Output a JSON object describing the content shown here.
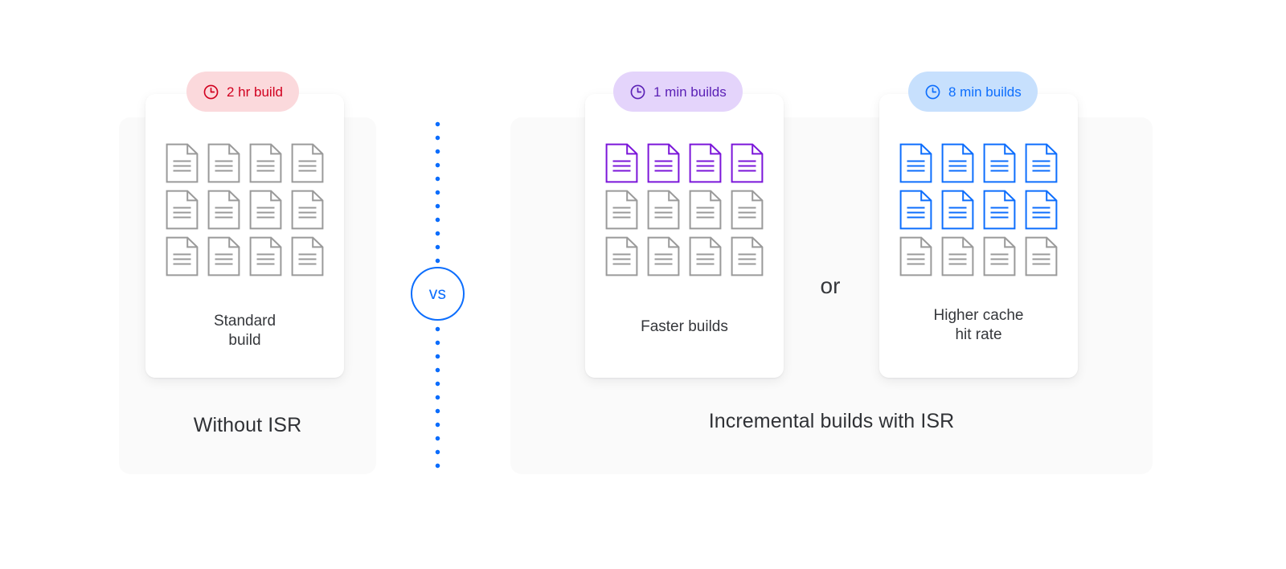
{
  "left_section": {
    "caption": "Without ISR",
    "card": {
      "badge": {
        "icon": "clock-icon",
        "label": "2 hr build",
        "bg": "#fbd9dc",
        "fg": "#d1001f"
      },
      "caption_line1": "Standard",
      "caption_line2": "build",
      "doc_rows": [
        [
          "gray",
          "gray",
          "gray",
          "gray"
        ],
        [
          "gray",
          "gray",
          "gray",
          "gray"
        ],
        [
          "gray",
          "gray",
          "gray",
          "gray"
        ]
      ]
    }
  },
  "divider": {
    "label": "vs",
    "color": "#0d6efd"
  },
  "right_section": {
    "caption": "Incremental builds with ISR",
    "connector": "or",
    "cards": [
      {
        "badge": {
          "icon": "clock-icon",
          "label": "1 min builds",
          "bg": "#e4d4fb",
          "fg": "#5b21b6"
        },
        "caption_line1": "Faster builds",
        "caption_line2": "",
        "doc_rows": [
          [
            "purple",
            "purple",
            "purple",
            "purple"
          ],
          [
            "gray",
            "gray",
            "gray",
            "gray"
          ],
          [
            "gray",
            "gray",
            "gray",
            "gray"
          ]
        ]
      },
      {
        "badge": {
          "icon": "clock-icon",
          "label": "8 min builds",
          "bg": "#c7e0fd",
          "fg": "#0d6efd"
        },
        "caption_line1": "Higher cache",
        "caption_line2": "hit rate",
        "doc_rows": [
          [
            "blue",
            "blue",
            "blue",
            "blue"
          ],
          [
            "blue",
            "blue",
            "blue",
            "blue"
          ],
          [
            "gray",
            "gray",
            "gray",
            "gray"
          ]
        ]
      }
    ]
  },
  "colors": {
    "page_bg": "#ffffff",
    "panel_bg": "#fafafa",
    "card_bg": "#ffffff",
    "doc_gray": "#9a9a9a",
    "doc_purple": "#7b16d9",
    "doc_blue": "#0d6efd",
    "text_dark": "#35373b"
  }
}
